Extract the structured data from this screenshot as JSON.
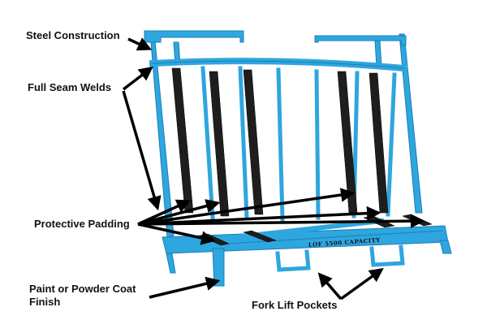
{
  "labels": {
    "steel_construction": "Steel Construction",
    "full_seam_welds": "Full Seam Welds",
    "protective_padding": "Protective Padding",
    "paint_finish_line1": "Paint or Powder Coat",
    "paint_finish_line2": "Finish",
    "fork_lift_pockets": "Fork Lift Pockets"
  },
  "rack": {
    "stencil_text": "LOF 5500 CAPACITY"
  },
  "colors": {
    "frame_blue": "#2ea6df",
    "frame_blue_dark": "#1a7fb5",
    "padding_black": "#1e1e1e",
    "arrow_black": "#000000",
    "background": "#ffffff"
  }
}
